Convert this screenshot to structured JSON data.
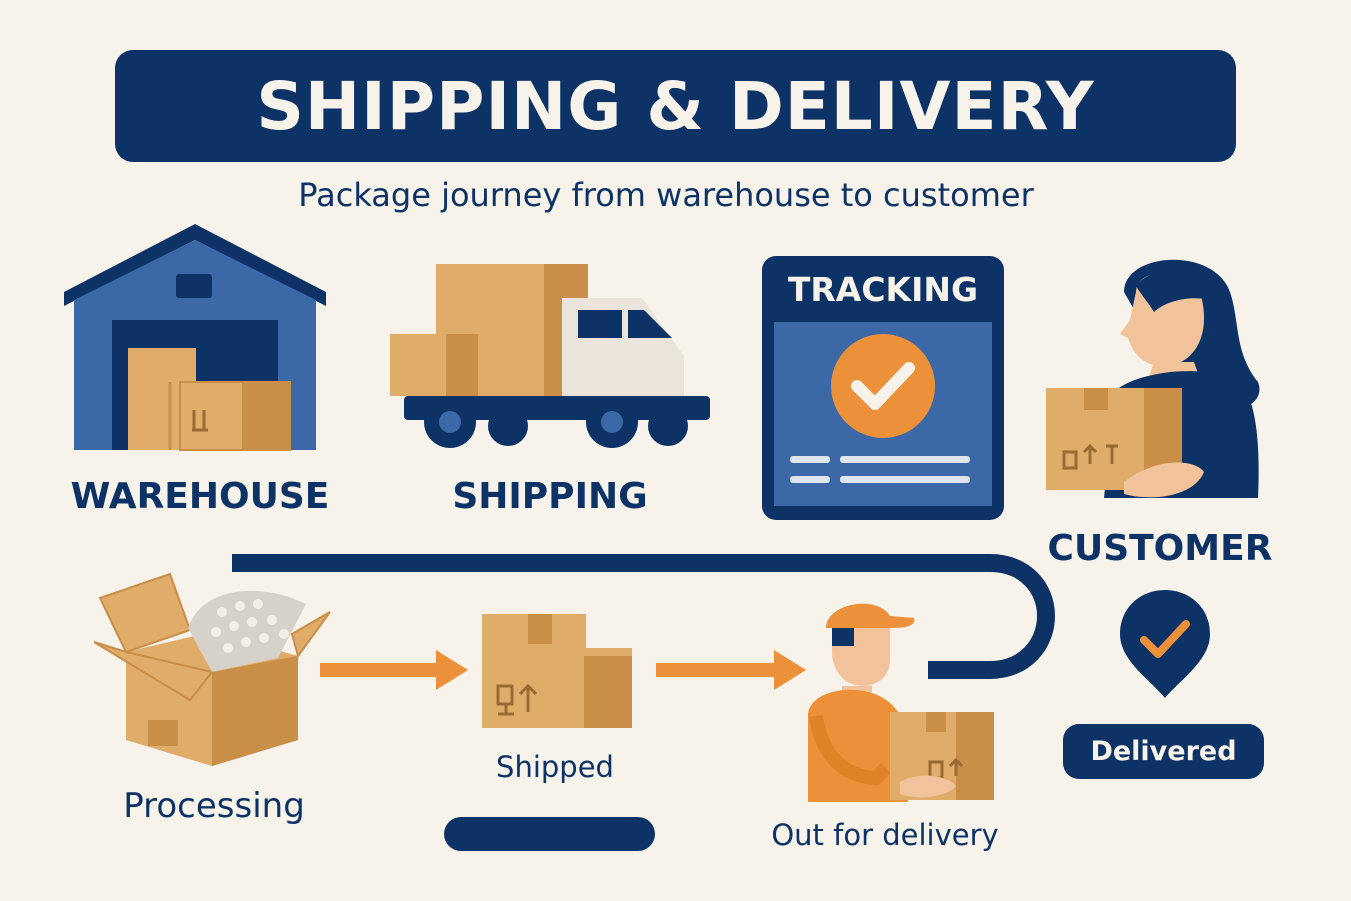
{
  "header": {
    "title": "SHIPPING & DELIVERY",
    "subtitle": "Package journey from warehouse to customer"
  },
  "stages": [
    {
      "label": "WAREHOUSE",
      "icon": "warehouse-icon"
    },
    {
      "label": "SHIPPING",
      "icon": "truck-icon"
    },
    {
      "label": "CUSTOMER",
      "icon": "customer-icon"
    }
  ],
  "tracking_card": {
    "title": "TRACKING",
    "icon": "checkmark-icon"
  },
  "steps": [
    {
      "label": "Processing",
      "icon": "open-box-icon"
    },
    {
      "label": "Shipped",
      "icon": "box-stack-icon"
    },
    {
      "label": "Out for delivery",
      "icon": "courier-icon"
    }
  ],
  "status": {
    "label": "Delivered",
    "icon": "location-pin-check-icon"
  },
  "colors": {
    "navy": "#0d3366",
    "blue": "#3c68a8",
    "tan": "#e0ac6a",
    "tan_dark": "#c98e47",
    "orange": "#ec9039",
    "background": "#f7f2ea"
  }
}
